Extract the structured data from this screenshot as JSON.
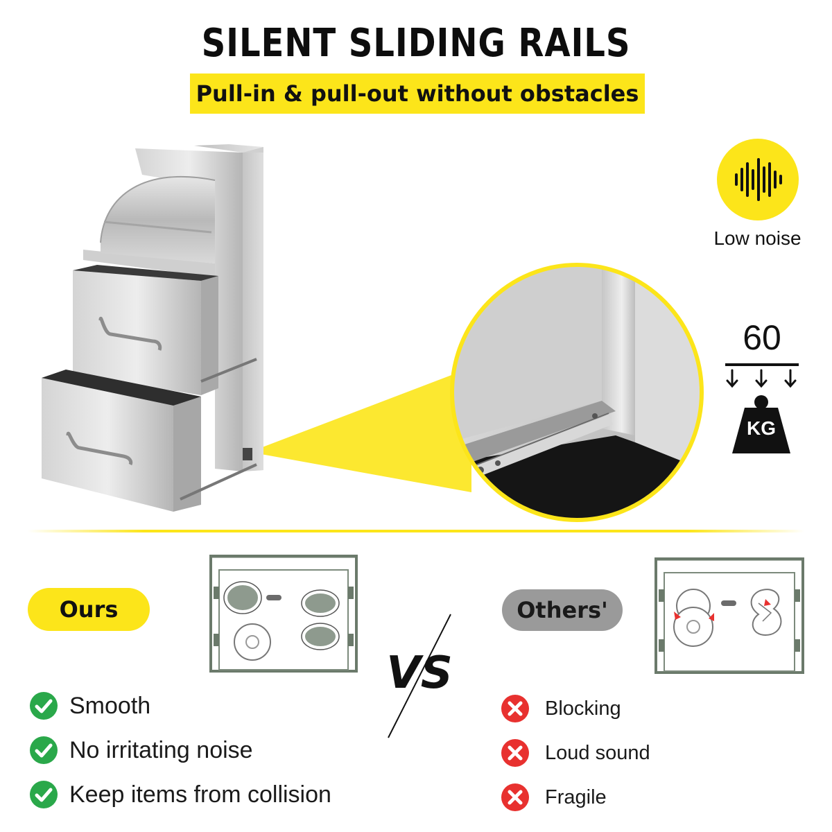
{
  "header": {
    "title": "SILENT SLIDING RAILS",
    "subtitle": "Pull-in & pull-out without obstacles"
  },
  "features": {
    "noise_label": "Low noise",
    "weight_value": "60",
    "weight_unit": "KG"
  },
  "comparison": {
    "ours_label": "Ours",
    "others_label": "Others'",
    "vs_text": "VS",
    "ours_items": [
      "Smooth",
      "No irritating noise",
      "Keep items from collision"
    ],
    "others_items": [
      "Blocking",
      "Loud sound",
      "Fragile"
    ]
  },
  "colors": {
    "accent_yellow": "#fce51a",
    "check_green": "#2aa84a",
    "cross_red": "#e8312f",
    "pill_gray": "#9a9a9a",
    "steel": "#c8c8c8"
  },
  "icons": {
    "noise": "sound-wave-icon",
    "weight": "weight-icon",
    "ok": "check-circle-icon",
    "bad": "cross-circle-icon"
  }
}
